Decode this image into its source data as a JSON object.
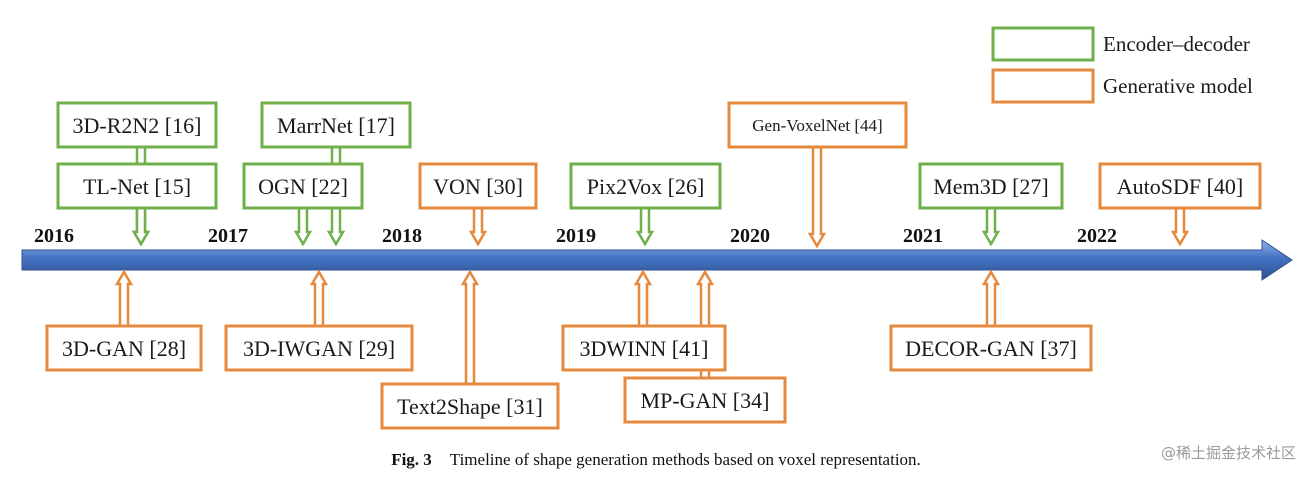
{
  "colors": {
    "encoder_decoder": "#6fb04a",
    "generative": "#e58a3d",
    "axis_fill": "#4472c4",
    "axis_stroke": "#2f528f"
  },
  "legend": [
    {
      "label": "Encoder–decoder",
      "kind": "encoder_decoder"
    },
    {
      "label": "Generative model",
      "kind": "generative"
    }
  ],
  "years": [
    "2016",
    "2017",
    "2018",
    "2019",
    "2020",
    "2021",
    "2022"
  ],
  "methods_above": [
    {
      "label": "3D-R2N2 [16]",
      "kind": "encoder_decoder"
    },
    {
      "label": "TL-Net [15]",
      "kind": "encoder_decoder"
    },
    {
      "label": "MarrNet [17]",
      "kind": "encoder_decoder"
    },
    {
      "label": "OGN [22]",
      "kind": "encoder_decoder"
    },
    {
      "label": "VON [30]",
      "kind": "generative"
    },
    {
      "label": "Pix2Vox [26]",
      "kind": "encoder_decoder"
    },
    {
      "label": "Gen-VoxelNet [44]",
      "kind": "generative"
    },
    {
      "label": "Mem3D [27]",
      "kind": "encoder_decoder"
    },
    {
      "label": "AutoSDF [40]",
      "kind": "generative"
    }
  ],
  "methods_below": [
    {
      "label": "3D-GAN [28]",
      "kind": "generative"
    },
    {
      "label": "3D-IWGAN [29]",
      "kind": "generative"
    },
    {
      "label": "Text2Shape [31]",
      "kind": "generative"
    },
    {
      "label": "3DWINN [41]",
      "kind": "generative"
    },
    {
      "label": "MP-GAN [34]",
      "kind": "generative"
    },
    {
      "label": "DECOR-GAN [37]",
      "kind": "generative"
    }
  ],
  "caption": {
    "figure_number": "Fig. 3",
    "text": "Timeline of shape generation methods based on voxel representation."
  },
  "watermark": "@稀土掘金技术社区"
}
